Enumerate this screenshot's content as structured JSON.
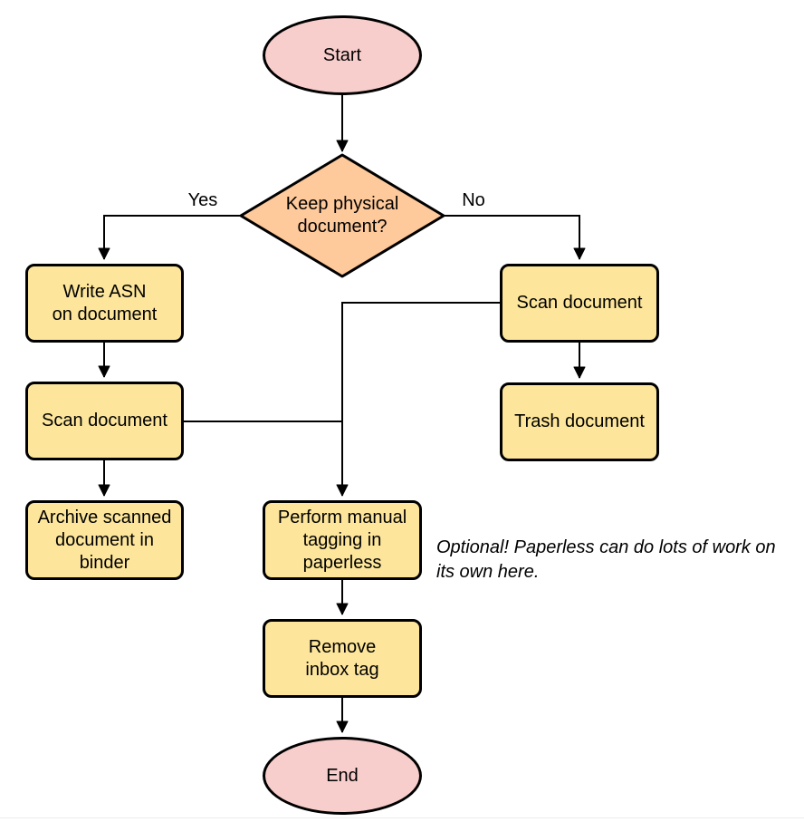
{
  "diagram": {
    "type": "flowchart",
    "nodes": {
      "start": {
        "label": "Start",
        "shape": "terminator"
      },
      "decision": {
        "label": "Keep physical\ndocument?",
        "shape": "decision"
      },
      "write_asn": {
        "label": "Write ASN\non document",
        "shape": "process"
      },
      "scan_left": {
        "label": "Scan document",
        "shape": "process"
      },
      "archive": {
        "label": "Archive scanned\ndocument in\nbinder",
        "shape": "process"
      },
      "scan_right": {
        "label": "Scan document",
        "shape": "process"
      },
      "trash": {
        "label": "Trash document",
        "shape": "process"
      },
      "tagging": {
        "label": "Perform manual\ntagging in\npaperless",
        "shape": "process"
      },
      "remove_inbox": {
        "label": "Remove\ninbox tag",
        "shape": "process"
      },
      "end": {
        "label": "End",
        "shape": "terminator"
      }
    },
    "edge_labels": {
      "yes": "Yes",
      "no": "No"
    },
    "annotation": "Optional! Paperless can do lots of work on\nits own here.",
    "colors": {
      "terminator_fill": "#f8cecc",
      "decision_fill": "#fec99b",
      "process_fill": "#fde69b",
      "stroke": "#000000",
      "text": "#000000"
    }
  }
}
